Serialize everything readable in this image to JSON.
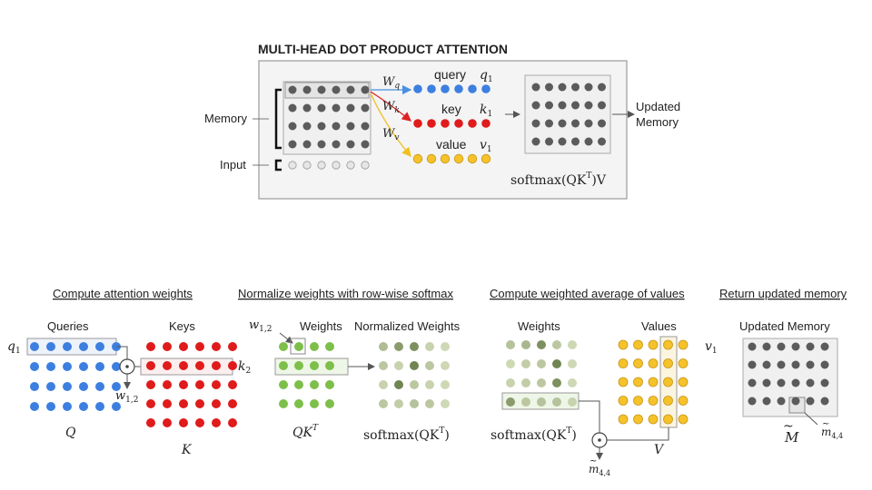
{
  "top": {
    "title": "MULTI-HEAD DOT PRODUCT ATTENTION",
    "memory_label": "Memory",
    "input_label": "Input",
    "wq": "W",
    "wq_sub": "q",
    "wk": "W",
    "wk_sub": "k",
    "wv": "W",
    "wv_sub": "v",
    "query_label": "query",
    "key_label": "key",
    "value_label": "value",
    "q1": "q",
    "k1": "k",
    "v1": "v",
    "sub1": "1",
    "softmax_formula": "softmax(QK",
    "softmax_sup": "T",
    "softmax_tail": ")V",
    "updated_memory_1": "Updated",
    "updated_memory_2": "Memory"
  },
  "sections": [
    {
      "heading": "Compute attention weights"
    },
    {
      "heading": "Normalize weights with row-wise softmax"
    },
    {
      "heading": "Compute weighted average of values"
    },
    {
      "heading": "Return updated memory"
    }
  ],
  "panel1": {
    "queries_label": "Queries",
    "keys_label": "Keys",
    "q1": "q",
    "q1_sub": "1",
    "k2": "k",
    "k2_sub": "2",
    "w12": "w",
    "w12_sub": "1,2",
    "Q": "Q",
    "K": "K"
  },
  "panel2": {
    "weights_label": "Weights",
    "normalized_label": "Normalized Weights",
    "w12": "w",
    "w12_sub": "1,2",
    "qkt": "QK",
    "qkt_sup": "T",
    "softmax": "softmax(QK",
    "softmax_sup": "T",
    "softmax_tail": ")"
  },
  "panel3": {
    "weights_label": "Weights",
    "values_label": "Values",
    "v1": "v",
    "v1_sub": "1",
    "softmax": "softmax(QK",
    "softmax_sup": "T",
    "softmax_tail": ")",
    "V": "V",
    "m44": "m",
    "m44_sub": "4,4"
  },
  "panel4": {
    "updated_label": "Updated Memory",
    "M": "M",
    "m44": "m",
    "m44_sub": "4,4"
  },
  "colors": {
    "blue": "#3d7fe0",
    "red": "#e01b1b",
    "yellow": "#f5c22a",
    "gray": "#5b5b5b",
    "green": "#7dbf4a",
    "light_green": "#cfe8b4",
    "arrow_blue": "#4a90e2",
    "arrow_red": "#e02020",
    "arrow_yellow": "#f0c020"
  }
}
